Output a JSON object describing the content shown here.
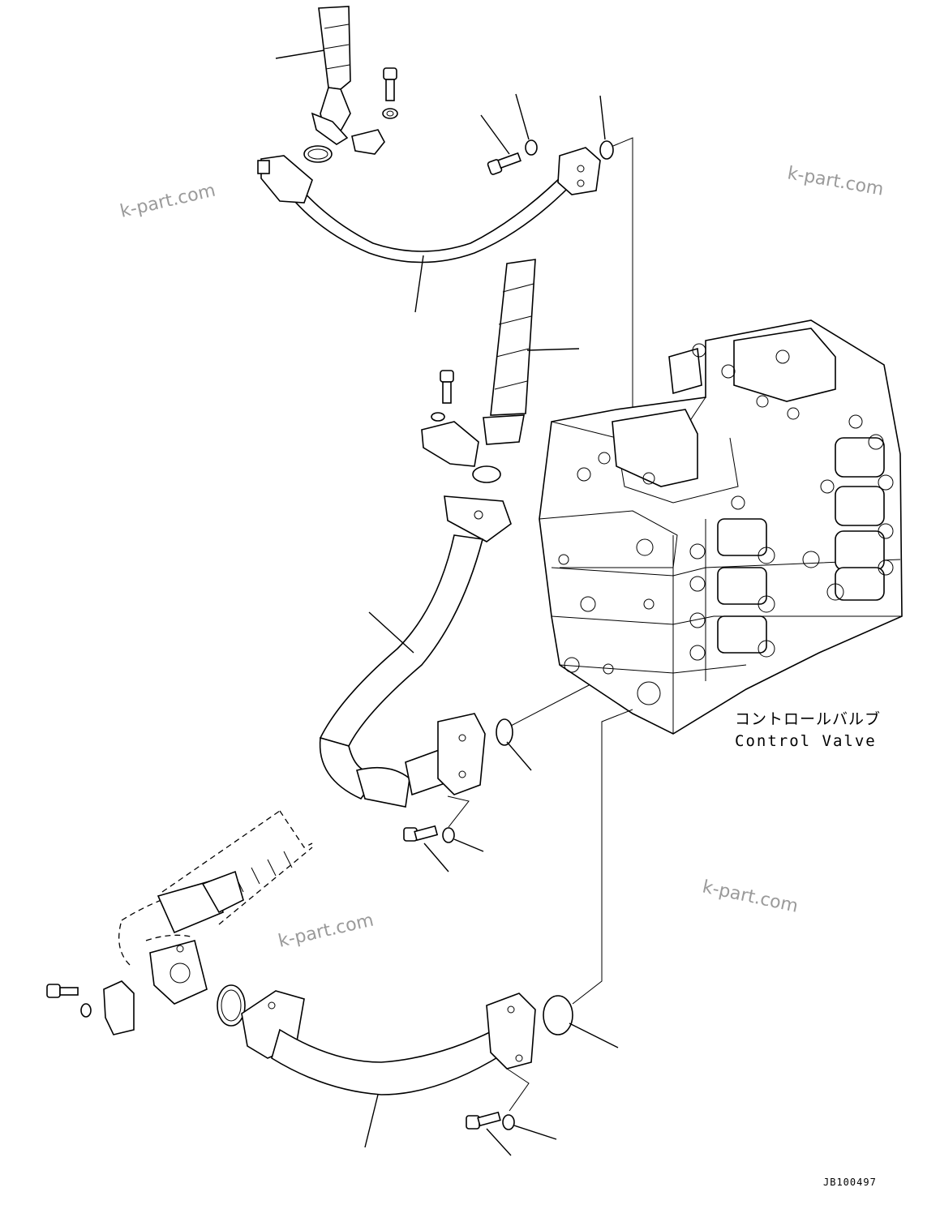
{
  "control_valve_label": {
    "japanese": "コントロールバルブ",
    "english": "Control Valve"
  },
  "watermarks": [
    "k-part.com",
    "k-part.com",
    "k-part.com",
    "k-part.com"
  ],
  "drawing_code": "JB100497"
}
